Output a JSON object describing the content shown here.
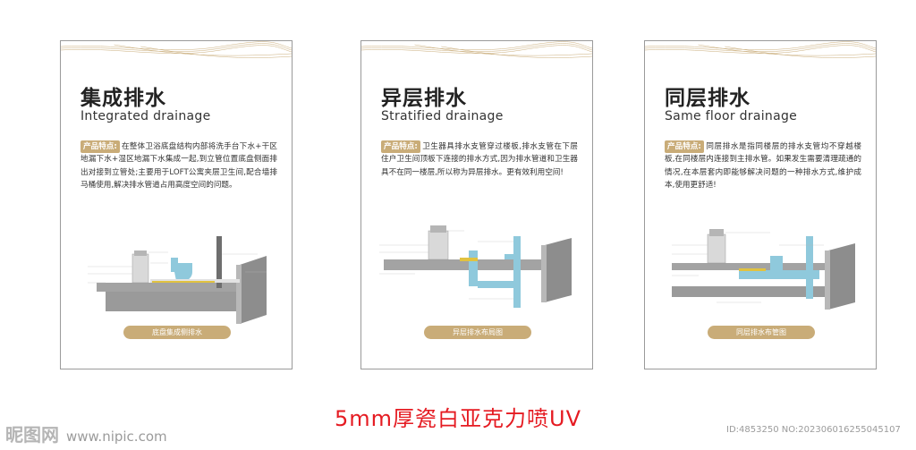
{
  "panels": [
    {
      "title": "集成排水",
      "subtitle": "Integrated drainage",
      "feature_label": "产品特点:",
      "description": "在整体卫浴底盘结构内部将洗手台下水+干区地漏下水+湿区地漏下水集成一起,到立管位置底盘侧面排出对接到立管处;主要用于LOFT公寓夹层卫生间,配合墙排马桶使用,解决排水管道占用高度空间的问题。",
      "caption": "底盘集成侧排水"
    },
    {
      "title": "异层排水",
      "subtitle": "Stratified drainage",
      "feature_label": "产品特点:",
      "description": "卫生器具排水支管穿过楼板,排水支管在下层住户卫生间顶板下连接的排水方式,因为排水管道和卫生器具不在同一楼层,所以称为异层排水。更有效利用空间!",
      "caption": "异层排水布局图"
    },
    {
      "title": "同层排水",
      "subtitle": "Same floor drainage",
      "feature_label": "产品特点:",
      "description": "同层排水是指同楼层的排水支管均不穿越楼板,在同楼层内连接到主排水管。如果发生需要清理疏通的情况,在本层套内即能够解决问题的一种排水方式,维护成本,使用更舒适!",
      "caption": "同层排水布管图"
    }
  ],
  "footer": "5mm厚瓷白亚克力喷UV",
  "watermark_left_logo": "昵图网",
  "watermark_left_url": "www.nipic.com",
  "watermark_right": "ID:4853250 NO:20230601625504510​7",
  "colors": {
    "gold": "#c9ac78",
    "pipe": "#8fc9dc",
    "concrete": "#8d8d8d",
    "red": "#e51b22"
  }
}
